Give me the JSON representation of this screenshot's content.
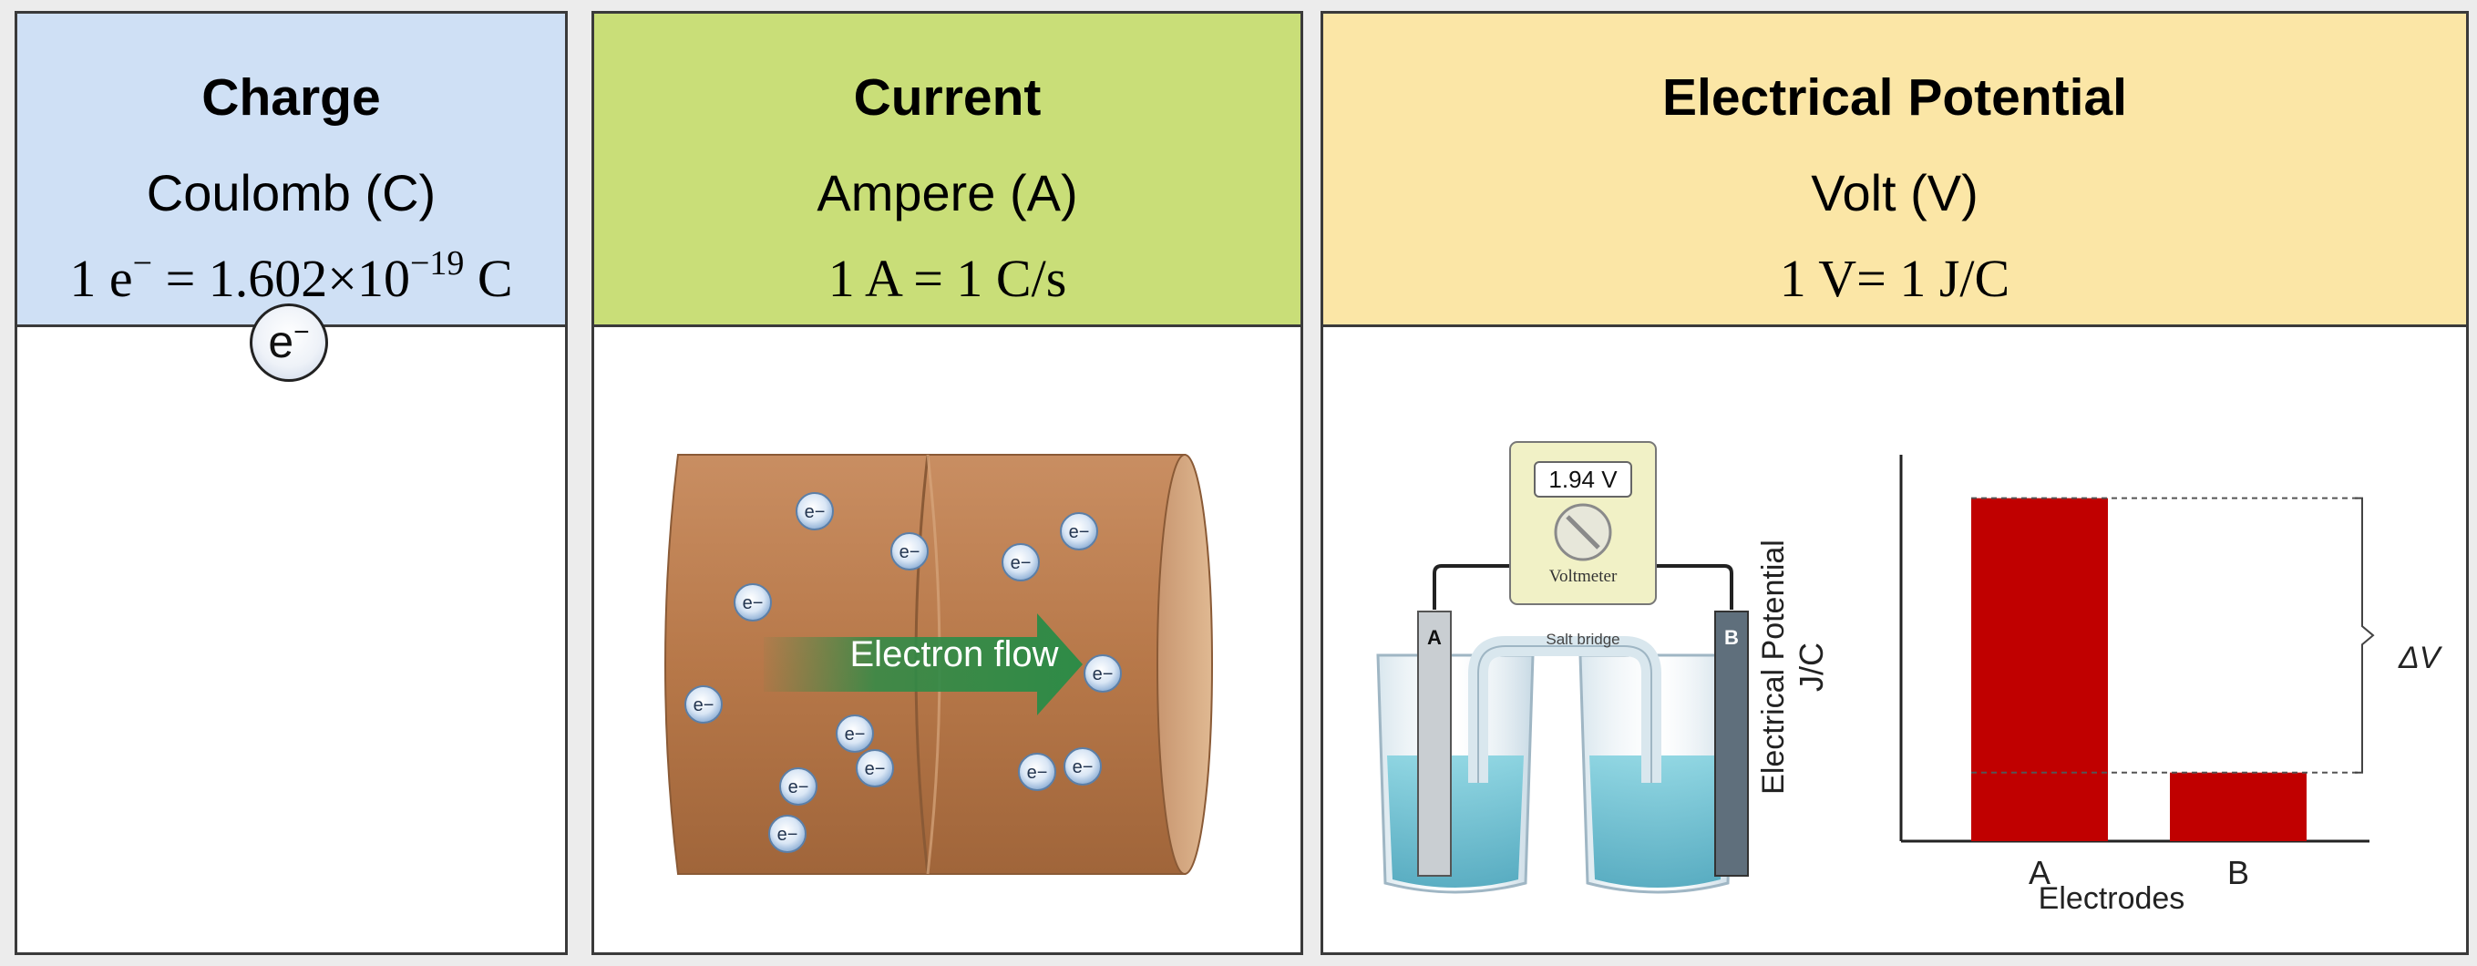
{
  "panels": [
    {
      "title": "Charge",
      "unit": "Coulomb (C)",
      "formula_lhs": "1 e",
      "formula_lhs_sup": "−",
      "formula_mid": " = 1.602×10",
      "formula_exp": "−19",
      "formula_rhs": " C",
      "badge": {
        "text": "e",
        "sup": "−"
      }
    },
    {
      "title": "Current",
      "unit": "Ampere (A)",
      "formula": "1 A = 1 C/s",
      "flow_label": "Electron flow",
      "electron_glyph": "e−"
    },
    {
      "title": "Electrical Potential",
      "unit": "Volt (V)",
      "formula": "1 V= 1 J/C",
      "voltmeter_reading": "1.94 V",
      "voltmeter_name": "Voltmeter",
      "salt_bridge_label": "Salt bridge",
      "electrode_left": "A",
      "electrode_right": "B"
    }
  ],
  "colors": {
    "charge_header": "#cfe0f5",
    "current_header": "#c9de78",
    "potential_header": "#fbe6a6",
    "bar": "#c00000",
    "flow_arrow": "#2e8b47",
    "wire": "#c08457"
  },
  "chart_data": {
    "type": "bar",
    "title": "",
    "categories": [
      "A",
      "B"
    ],
    "series": [
      {
        "values": [
          1.0,
          0.2
        ]
      }
    ],
    "xlabel": "Electrodes",
    "ylabel_line1": "Electrical Potential",
    "ylabel_line2": "J/C",
    "ylim": [
      0,
      1.1
    ],
    "grid": false,
    "annotation": "ΔV",
    "annotation_dashes": "between bar tops"
  }
}
